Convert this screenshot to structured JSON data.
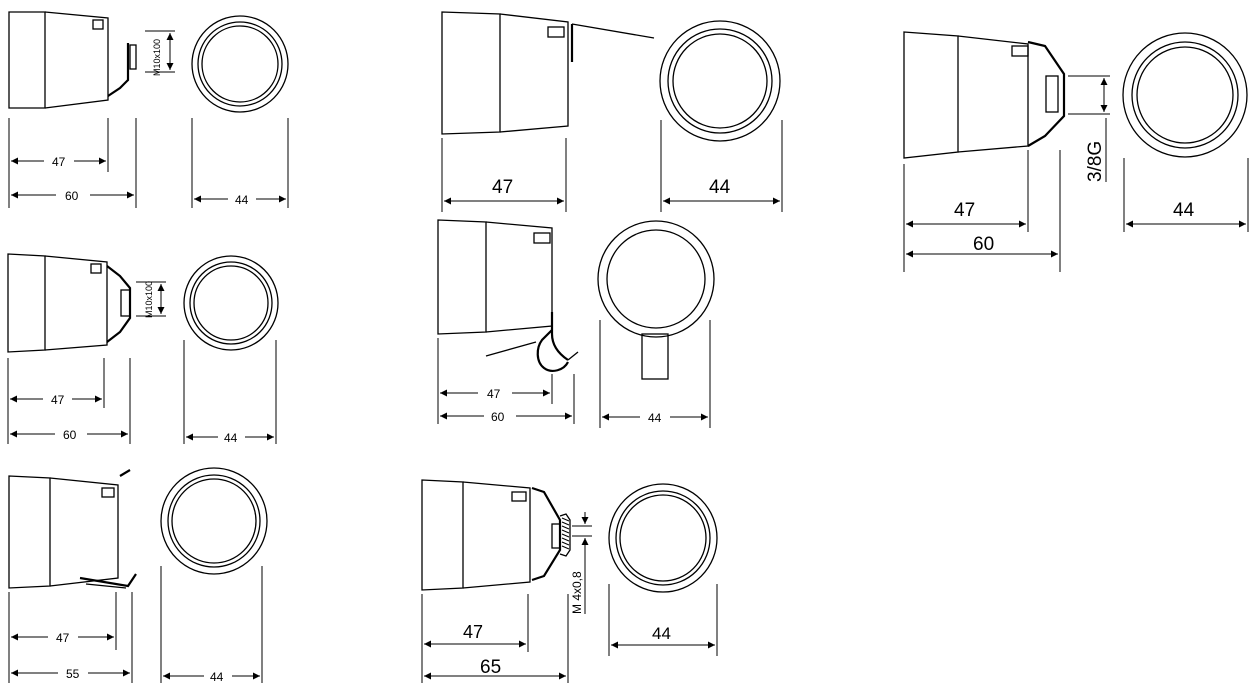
{
  "diagram": {
    "drawings": [
      {
        "id": "d1",
        "label_a": "47",
        "label_b": "60",
        "label_c": "44",
        "thread": "M10x100"
      },
      {
        "id": "d2",
        "label_a": "47",
        "label_c": "44"
      },
      {
        "id": "d3",
        "label_a": "47",
        "label_b": "60",
        "label_c": "44",
        "thread": "3/8G"
      },
      {
        "id": "d4",
        "label_a": "47",
        "label_b": "60",
        "label_c": "44",
        "thread": "M10x100"
      },
      {
        "id": "d5",
        "label_a": "47",
        "label_b": "60",
        "label_c": "44"
      },
      {
        "id": "d6",
        "label_a": "47",
        "label_b": "55",
        "label_c": "44"
      },
      {
        "id": "d7",
        "label_a": "47",
        "label_b": "65",
        "label_c": "44",
        "thread": "M 4x0,8"
      }
    ]
  }
}
